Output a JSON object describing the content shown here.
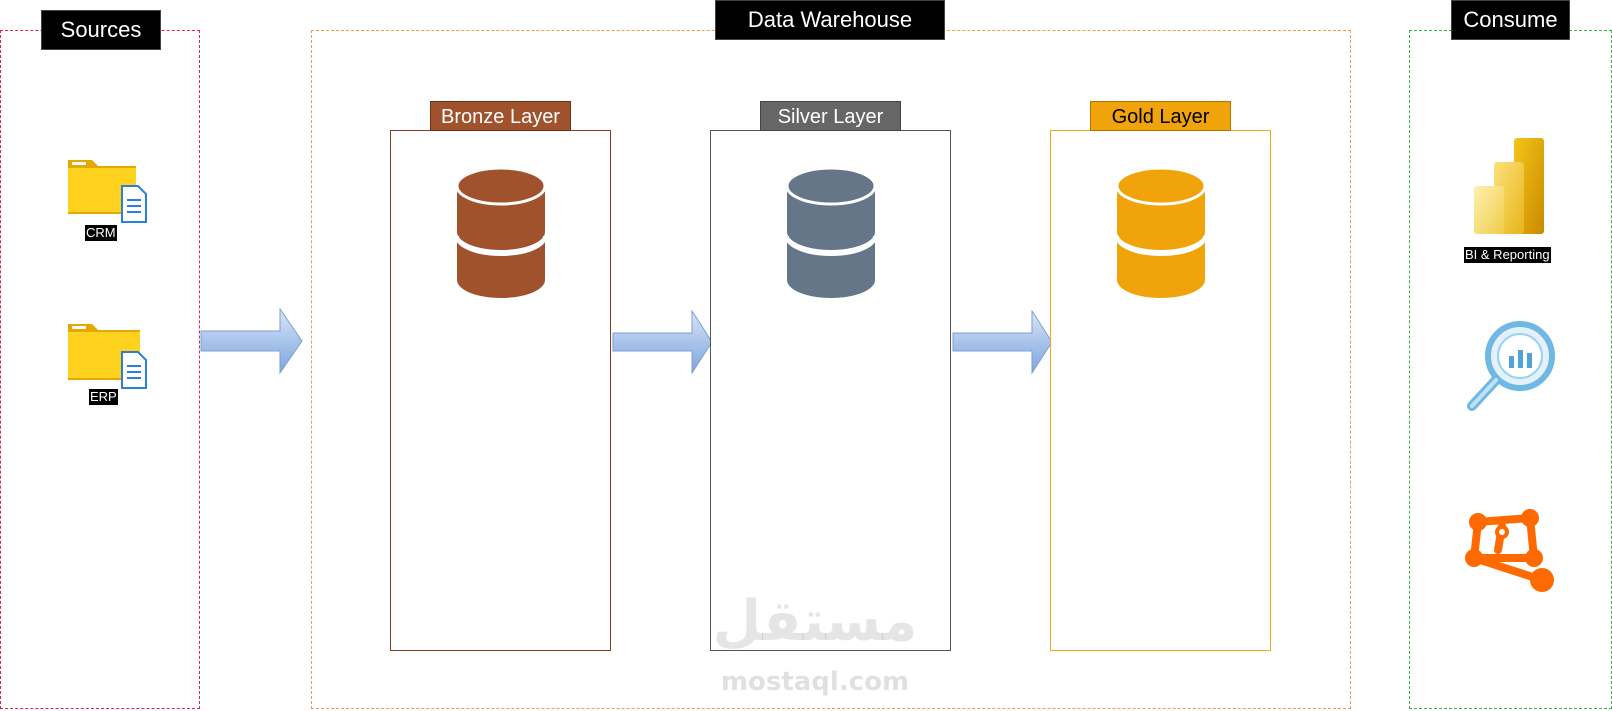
{
  "groups": {
    "sources": {
      "title": "Sources",
      "border_color": "#e8223f"
    },
    "data_warehouse": {
      "title": "Data Warehouse",
      "border_color": "#f29a4a"
    },
    "consume": {
      "title": "Consume",
      "border_color": "#3cb43c"
    }
  },
  "sources": [
    {
      "label": "CRM",
      "icon": "folder-document-icon"
    },
    {
      "label": "ERP",
      "icon": "folder-document-icon"
    }
  ],
  "layers": [
    {
      "label": "Bronze Layer",
      "color": "#a0522d",
      "icon": "database-icon"
    },
    {
      "label": "Silver Layer",
      "color": "#666666",
      "icon": "database-icon"
    },
    {
      "label": "Gold Layer",
      "color": "#f0a30a",
      "icon": "database-icon"
    }
  ],
  "consumers": [
    {
      "label": "BI & Reporting",
      "icon": "power-bi-icon"
    },
    {
      "label": "",
      "icon": "magnifier-chart-icon"
    },
    {
      "label": "",
      "icon": "graph-nodes-icon"
    }
  ],
  "arrow_color": "#a9c4eb",
  "watermark": {
    "arabic": "مستقل",
    "latin": "mostaql.com"
  }
}
